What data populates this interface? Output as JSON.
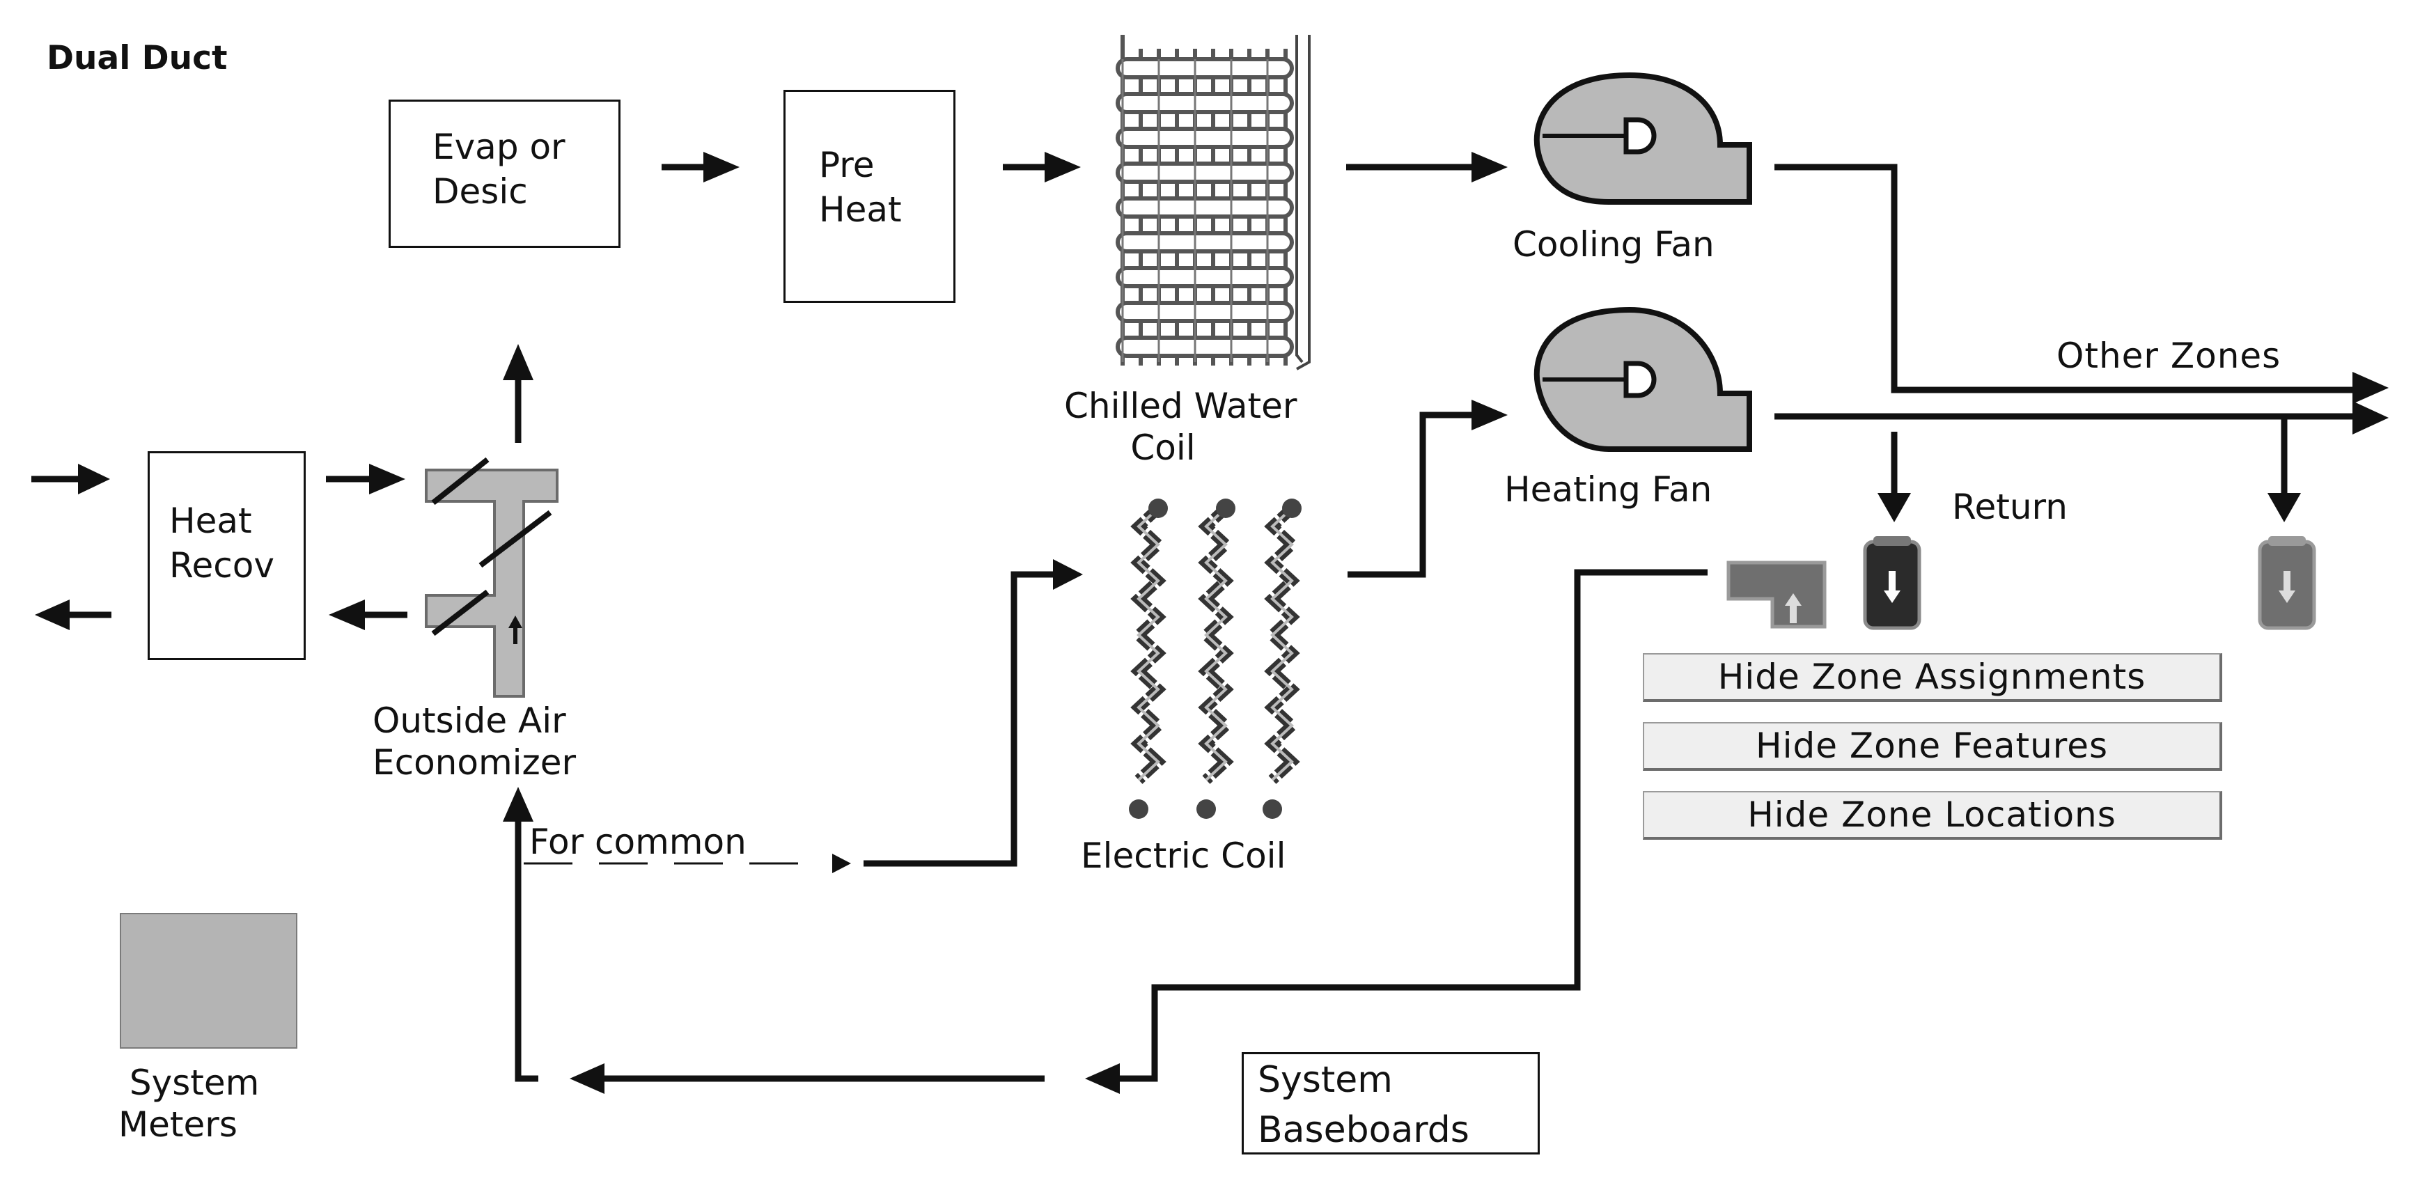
{
  "diagram": {
    "title": "Dual Duct",
    "components": {
      "evap_desic": "Evap or\nDesic",
      "pre_heat": "Pre\nHeat",
      "heat_recov": "Heat\nRecov",
      "chilled_water_coil": "Chilled Water\n      Coil",
      "electric_coil": "Electric Coil",
      "outside_air_economizer": "Outside Air\nEconomizer",
      "cooling_fan": "Cooling Fan",
      "heating_fan": "Heating Fan",
      "system_meters": " System\nMeters",
      "system_baseboards": "System\nBaseboards"
    },
    "annotations": {
      "other_zones": "Other Zones",
      "return": "Return",
      "for_common": "For common"
    },
    "buttons": {
      "hide_zone_assignments": "Hide Zone Assignments",
      "hide_zone_features": "Hide Zone Features",
      "hide_zone_locations": "Hide Zone Locations"
    }
  },
  "colors": {
    "line": "#111111",
    "component_gray": "#b9b9b9",
    "button_face": "#efefef",
    "terminal_dark": "#2b2b2b",
    "terminal_gray": "#6f6f6f"
  },
  "icons": [
    "arrow-icon",
    "fan-icon",
    "coil-icon",
    "damper-icon",
    "meter-gauge-icon",
    "zone-terminal-icon"
  ]
}
